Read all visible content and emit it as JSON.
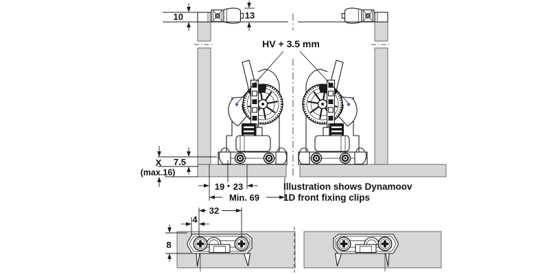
{
  "drawing": {
    "note": {
      "line1": "Illustration shows Dynamoov",
      "line2": "1D front fixing clips"
    },
    "labels": {
      "top_gap": "10",
      "top_clip_len": "13",
      "height_adjust": "HV + 3.5 mm",
      "x_var": "X",
      "x_max": "(max.16)",
      "bottom_recess": "7.5",
      "screw_front": "19",
      "screw_pitch": "23",
      "separator": "•",
      "min_depth": "Min. 69",
      "plate_screw_spacing": "32",
      "plate_front_offset": "4",
      "plate_height": "8"
    },
    "colors": {
      "panel": "#d7d7d7",
      "line": "#1a1a1a",
      "label": "#111111",
      "marker_dot": "#3a5db5",
      "background": "#ffffff"
    }
  }
}
